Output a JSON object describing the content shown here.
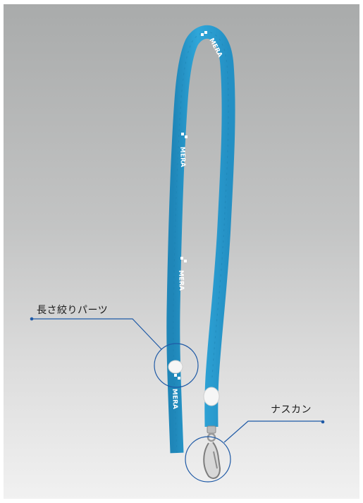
{
  "image": {
    "subject": "lanyard",
    "strap_color": "#2fa6d9",
    "strap_shadow": "#1f86b8",
    "print_color": "#ffffff",
    "background_top": "#a9abab",
    "background_bottom": "#f1f1f1",
    "callout_color": "#1f5aa6"
  },
  "brand": {
    "print_text": "MERA"
  },
  "callouts": {
    "length_adjuster": {
      "label": "長さ絞りパーツ"
    },
    "snap_hook": {
      "label": "ナスカン"
    }
  }
}
